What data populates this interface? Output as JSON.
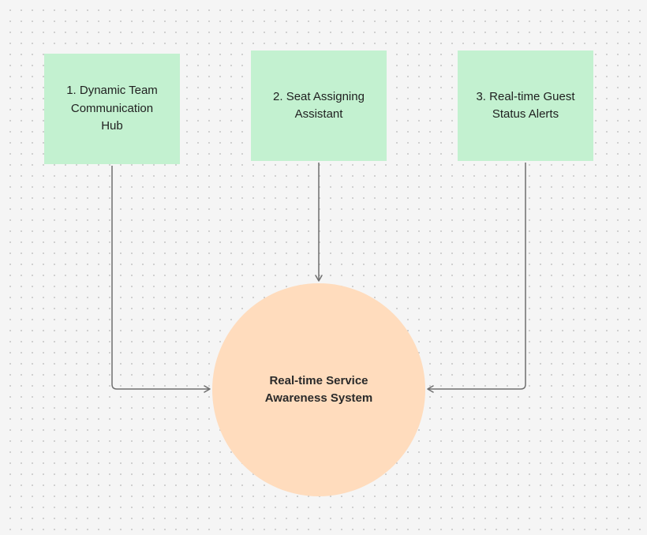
{
  "diagram": {
    "notes": [
      {
        "id": "note-1",
        "label": "1. Dynamic Team\nCommunication\nHub"
      },
      {
        "id": "note-2",
        "label": "2. Seat Assigning\nAssistant"
      },
      {
        "id": "note-3",
        "label": "3. Real-time Guest\nStatus Alerts"
      }
    ],
    "hub": {
      "label": "Real-time Service\nAwareness System"
    },
    "connections": [
      {
        "from": "note-1",
        "to": "hub"
      },
      {
        "from": "note-2",
        "to": "hub"
      },
      {
        "from": "note-3",
        "to": "hub"
      }
    ]
  },
  "colors": {
    "canvas_background": "#f5f5f5",
    "grid_dot": "#c6c6c6",
    "sticky_note": "#c3f1d0",
    "hub_circle": "#ffdcbd",
    "connector": "#6e6e6e",
    "text": "#1f1f1f"
  }
}
